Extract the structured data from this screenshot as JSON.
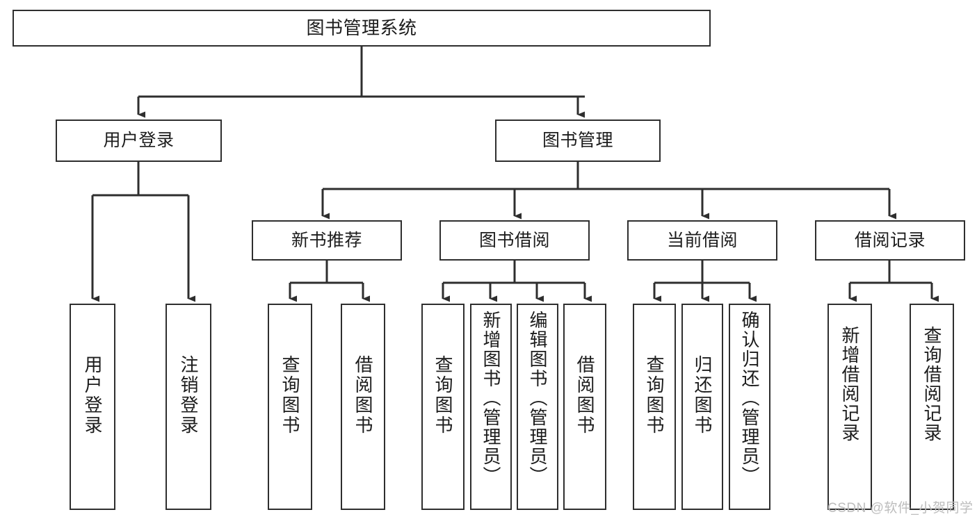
{
  "diagram": {
    "title": "图书管理系统",
    "type": "tree-hierarchy",
    "watermark": "CSDN @软件_小贺同学",
    "colors": {
      "border": "#2e2e2e",
      "fill": "#ffffff",
      "text": "#1c1c1c",
      "edge": "#2e2e2e",
      "watermark": "#bdbdbd"
    },
    "nodes": {
      "root": {
        "label": "图书管理系统"
      },
      "level2": [
        {
          "id": "user-login",
          "label": "用户登录"
        },
        {
          "id": "book-manage",
          "label": "图书管理"
        }
      ],
      "level3": [
        {
          "id": "new-book-recommend",
          "label": "新书推荐"
        },
        {
          "id": "book-borrow",
          "label": "图书借阅"
        },
        {
          "id": "current-borrow",
          "label": "当前借阅"
        },
        {
          "id": "borrow-record",
          "label": "借阅记录"
        }
      ],
      "leaves": [
        {
          "id": "leaf-user-login",
          "label": "用户登录",
          "parent": "user-login"
        },
        {
          "id": "leaf-logout-login",
          "label": "注销登录",
          "parent": "user-login"
        },
        {
          "id": "leaf-query-book-1",
          "label": "查询图书",
          "parent": "new-book-recommend"
        },
        {
          "id": "leaf-borrow-book-1",
          "label": "借阅图书",
          "parent": "new-book-recommend"
        },
        {
          "id": "leaf-query-book-2",
          "label": "查询图书",
          "parent": "book-borrow"
        },
        {
          "id": "leaf-add-book",
          "label": "新增图书（管理员）",
          "parent": "book-borrow"
        },
        {
          "id": "leaf-edit-book",
          "label": "编辑图书（管理员）",
          "parent": "book-borrow"
        },
        {
          "id": "leaf-borrow-book-2",
          "label": "借阅图书",
          "parent": "book-borrow"
        },
        {
          "id": "leaf-query-book-3",
          "label": "查询图书",
          "parent": "current-borrow"
        },
        {
          "id": "leaf-return-book",
          "label": "归还图书",
          "parent": "current-borrow"
        },
        {
          "id": "leaf-confirm-return",
          "label": "确认归还（管理员）",
          "parent": "current-borrow"
        },
        {
          "id": "leaf-add-record",
          "label": "新增借阅记录",
          "parent": "borrow-record"
        },
        {
          "id": "leaf-query-record",
          "label": "查询借阅记录",
          "parent": "borrow-record"
        }
      ]
    }
  }
}
